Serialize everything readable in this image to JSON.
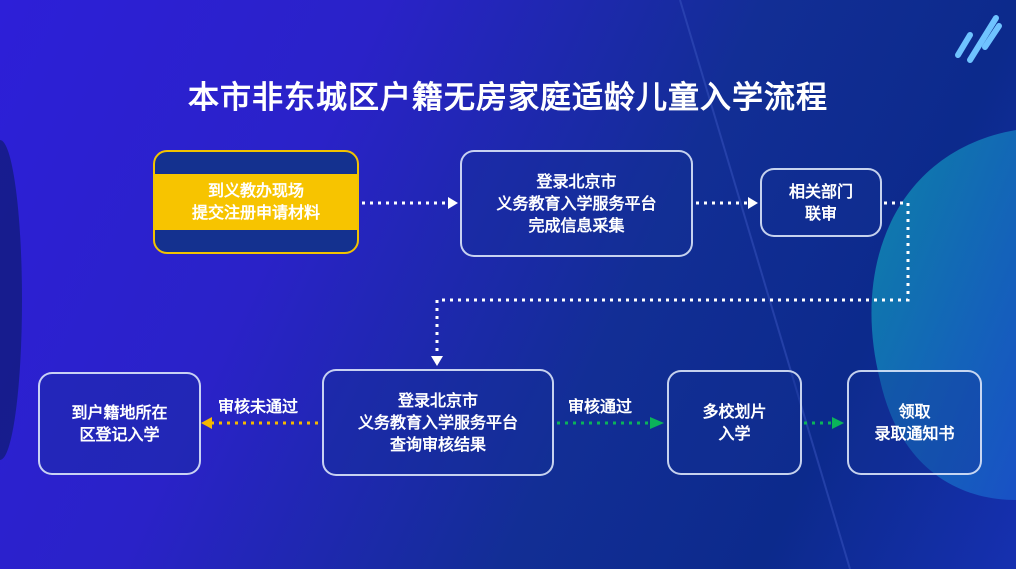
{
  "title": "本市非东城区户籍无房家庭适龄儿童入学流程",
  "steps": {
    "submit": [
      "到义教办现场",
      "提交注册申请材料"
    ],
    "collect": [
      "登录北京市",
      "义务教育入学服务平台",
      "完成信息采集"
    ],
    "review": [
      "相关部门",
      "联审"
    ],
    "query": [
      "登录北京市",
      "义务教育入学服务平台",
      "查询审核结果"
    ],
    "register": [
      "到户籍地所在",
      "区登记入学"
    ],
    "assign": [
      "多校划片",
      "入学"
    ],
    "notice": [
      "领取",
      "录取通知书"
    ]
  },
  "labels": {
    "fail": "审核未通过",
    "pass": "审核通过"
  },
  "colors": {
    "fail_arrow": "#f5b800",
    "pass_arrow": "#0bb35a",
    "highlight": "#f7c400"
  },
  "icons": [
    "slash-logo-icon"
  ]
}
